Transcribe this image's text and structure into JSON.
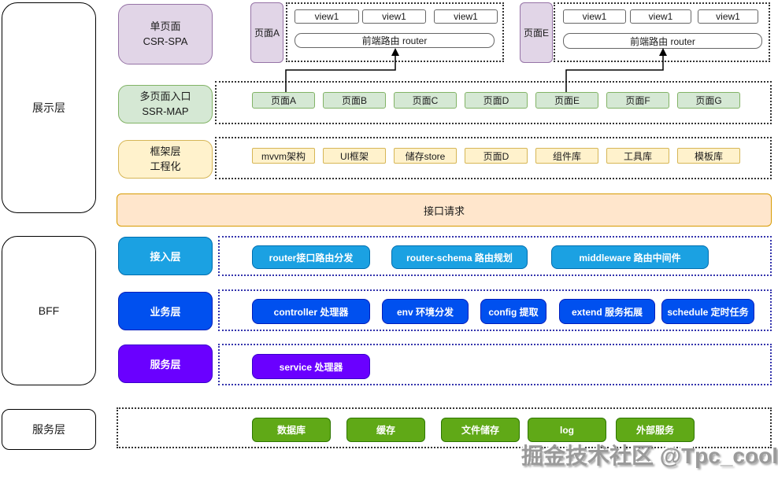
{
  "left_rail": {
    "display_layer": "展示层",
    "bff": "BFF",
    "service_layer": "服务层"
  },
  "presentation": {
    "spa_card": {
      "line1": "单页面",
      "line2": "CSR-SPA"
    },
    "panel_a": {
      "page": "页面A",
      "views": [
        "view1",
        "view1",
        "view1"
      ],
      "router": "前端路由 router"
    },
    "panel_e": {
      "page": "页面E",
      "views": [
        "view1",
        "view1",
        "view1"
      ],
      "router": "前端路由 router"
    },
    "mpa_card": {
      "line1": "多页面入口",
      "line2": "SSR-MAP"
    },
    "pages": [
      "页面A",
      "页面B",
      "页面C",
      "页面D",
      "页面E",
      "页面F",
      "页面G"
    ],
    "framework_card": {
      "line1": "框架层",
      "line2": "工程化"
    },
    "framework_items": [
      "mvvm架构",
      "UI框架",
      "储存store",
      "页面D",
      "组件库",
      "工具库",
      "模板库"
    ]
  },
  "api_request_bar": "接口请求",
  "bff": {
    "access_layer": {
      "header": "接入层",
      "items": [
        "router接口路由分发",
        "router-schema 路由规划",
        "middleware 路由中间件"
      ]
    },
    "business_layer": {
      "header": "业务层",
      "items": [
        "controller 处理器",
        "env 环境分发",
        "config 提取",
        "extend 服务拓展",
        "schedule 定时任务"
      ]
    },
    "service_layer": {
      "header": "服务层",
      "items": [
        "service 处理器"
      ]
    }
  },
  "backend_services": [
    "数据库",
    "缓存",
    "文件储存",
    "log",
    "外部服务"
  ],
  "watermark": "掘金技术社区 @Tpc_cool",
  "colors": {
    "light_purple": "#E1D5E7",
    "purple_stroke": "#9673A6",
    "light_green": "#D5E8D4",
    "green_stroke": "#2D7600",
    "light_yellow": "#FFF2CC",
    "yellow_stroke": "#D6B656",
    "light_orange": "#FFE6CC",
    "orange_stroke": "#D79B00",
    "cyan": "#1BA1E2",
    "cyan_stroke": "#006EAF",
    "blue": "#0050EF",
    "blue_stroke": "#001DBC",
    "violet": "#6A00FF",
    "violet_stroke": "#3700CC",
    "green": "#60A917"
  }
}
